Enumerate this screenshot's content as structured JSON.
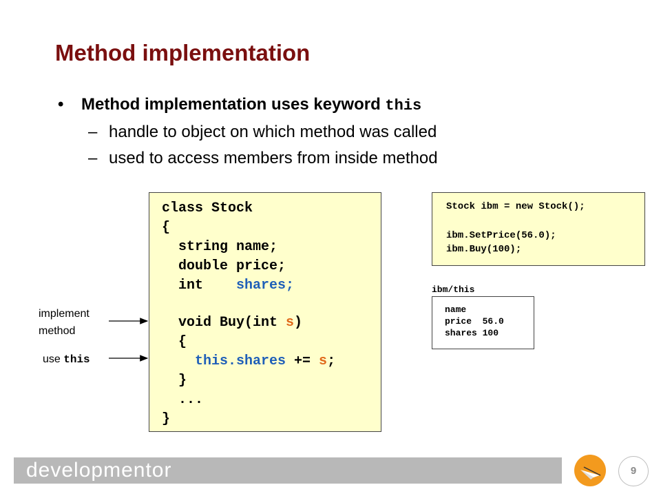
{
  "slide": {
    "title": "Method implementation",
    "bullet_marker": "•",
    "bullet": {
      "text": "Method implementation uses keyword ",
      "keyword": "this"
    },
    "sub_marker": "–",
    "sub_bullets": [
      "handle to object on which method was called",
      "used to access members from inside method"
    ]
  },
  "code": {
    "l1": "class Stock",
    "l2": "{",
    "l3a": "  string name;",
    "l4": "  double price;",
    "l5a": "  int    ",
    "l5b": "shares;",
    "l6a": "  void Buy(int ",
    "l6b": "s",
    "l6c": ")",
    "l7": "  {",
    "l8a": "    this.shares",
    "l8b": " += ",
    "l8c": "s",
    "l8d": ";",
    "l9": "  }",
    "l10": "  ...",
    "l11": "}"
  },
  "usage": {
    "lines": [
      "Stock ibm = new Stock();",
      "ibm.SetPrice(56.0);",
      "ibm.Buy(100);"
    ]
  },
  "object": {
    "label": "ibm/this",
    "fields": [
      "name",
      "price  56.0",
      "shares 100"
    ]
  },
  "annotations": {
    "implement_line1": "implement",
    "implement_line2": "method",
    "use_text": "use ",
    "use_keyword": "this"
  },
  "footer": {
    "brand": "developmentor",
    "page_number": "9"
  },
  "colors": {
    "title": "#7a0f0f",
    "code_bg": "#ffffcc",
    "keyword_blue": "#1f5fb8",
    "param_orange": "#e0691a",
    "logo_orange": "#f39a1e",
    "footer_gray": "#b8b8b8"
  },
  "icons": {
    "logo": "paper-plane-icon"
  }
}
